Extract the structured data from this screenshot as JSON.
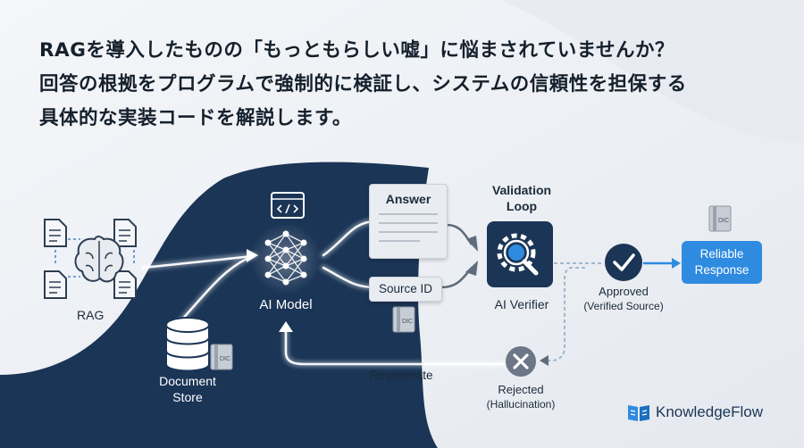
{
  "headline": {
    "line1": "RAGを導入したものの「もっともらしい嘘」に悩まされていませんか？",
    "line2": "回答の根拠をプログラムで強制的に検証し、システムの信頼性を担保する",
    "line3": "具体的な実装コードを解説します。"
  },
  "diagram": {
    "rag_label": "RAG",
    "document_store_line1": "Document",
    "document_store_line2": "Store",
    "dic_label": "DIC",
    "ai_model_label": "AI Model",
    "answer_label": "Answer",
    "source_id_label": "Source ID",
    "validation_loop_line1": "Validation",
    "validation_loop_line2": "Loop",
    "ai_verifier_label": "AI Verifier",
    "approved_label": "Approved",
    "approved_sub": "(Verified Source)",
    "reliable_line1": "Reliable",
    "reliable_line2": "Response",
    "regenerate_label": "Regenerate",
    "rejected_label": "Rejected",
    "rejected_sub": "(Hallucination)"
  },
  "brand": {
    "name": "KnowledgeFlow"
  },
  "colors": {
    "navy": "#1b3556",
    "accent_blue": "#2f8be0",
    "headline_text": "#15202c"
  },
  "icons": [
    "document-icon",
    "brain-icon",
    "database-icon",
    "dictionary-icon",
    "code-window-icon",
    "neural-network-icon",
    "gear-magnifier-icon",
    "check-circle-icon",
    "x-circle-icon",
    "book-logo-icon"
  ]
}
